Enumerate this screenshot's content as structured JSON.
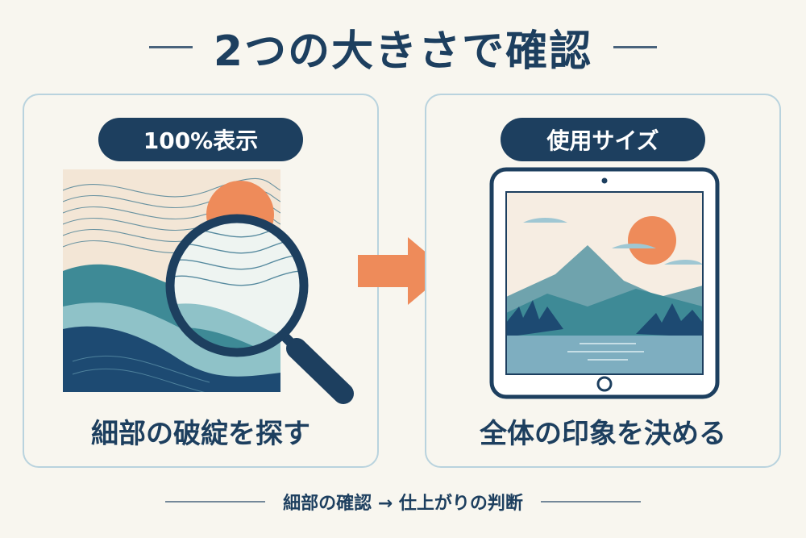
{
  "title": "2つの大きさで確認",
  "left_panel": {
    "label": "100%表示",
    "caption": "細部の破綻を探す",
    "icon": "magnifier-icon"
  },
  "right_panel": {
    "label": "使用サイズ",
    "caption": "全体の印象を決める",
    "icon": "tablet-icon"
  },
  "flow_arrow_icon": "arrow-right-icon",
  "footer": "細部の確認 → 仕上がりの判断",
  "colors": {
    "navy": "#1d3f5f",
    "accent_orange": "#ee8b5a",
    "teal": "#3e8a96",
    "light_teal": "#8fc2c8",
    "panel_border": "#b9d3de",
    "background": "#f8f6ef"
  }
}
